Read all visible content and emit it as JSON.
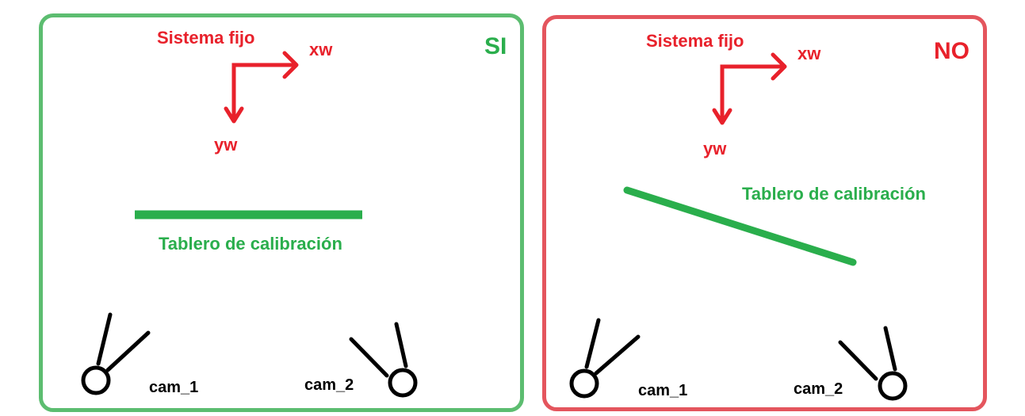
{
  "colors": {
    "accept": "#5cbd70",
    "reject": "#e4555d",
    "axis": "#e8212b",
    "board": "#2aae4c",
    "camera": "#000000"
  },
  "left_panel": {
    "verdict": "SI",
    "frame_label": "Sistema fijo",
    "x_axis": "xw",
    "y_axis": "yw",
    "board_label": "Tablero de calibración",
    "board_orientation": "parallel",
    "cameras": [
      "cam_1",
      "cam_2"
    ]
  },
  "right_panel": {
    "verdict": "NO",
    "frame_label": "Sistema fijo",
    "x_axis": "xw",
    "y_axis": "yw",
    "board_label": "Tablero de calibración",
    "board_orientation": "tilted",
    "cameras": [
      "cam_1",
      "cam_2"
    ]
  }
}
